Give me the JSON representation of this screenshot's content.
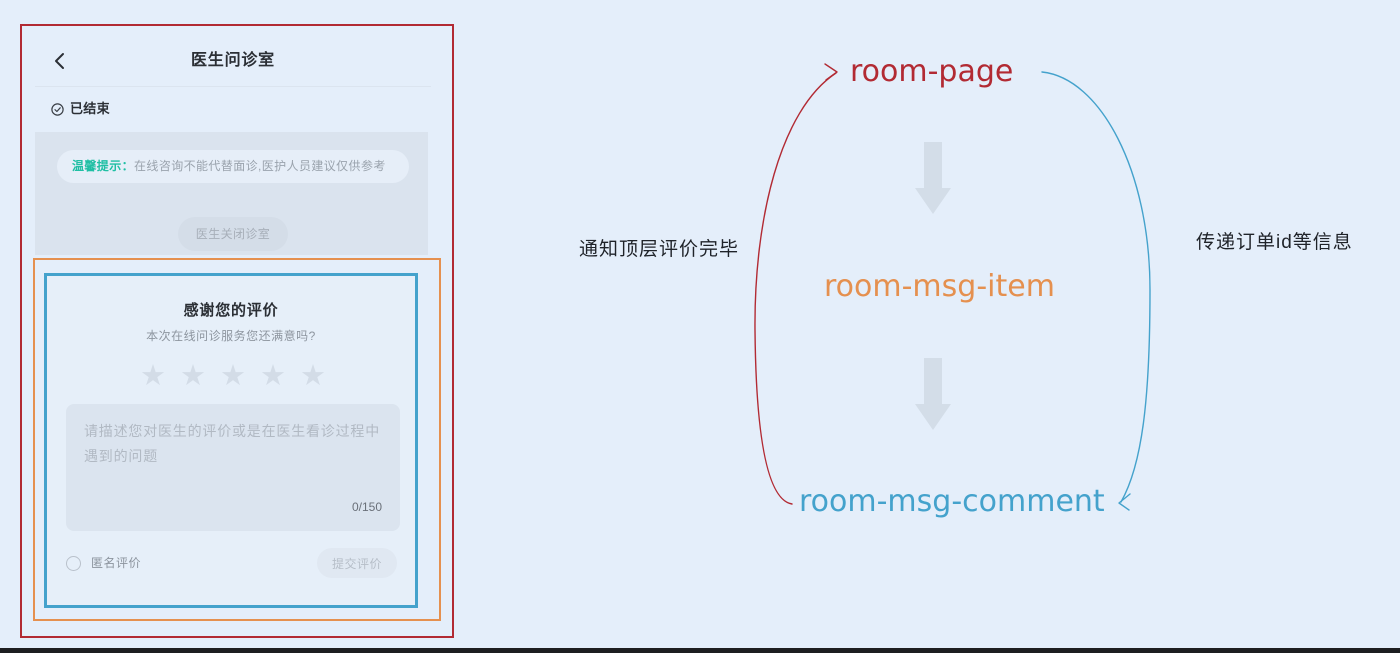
{
  "app": {
    "header": {
      "back_icon": "chevron-left-icon",
      "title": "医生问诊室"
    },
    "status": {
      "icon": "check-circle-icon",
      "label": "已结束"
    },
    "notice": {
      "prefix": "温馨提示：",
      "text": "在线咨询不能代替面诊,医护人员建议仅供参考"
    },
    "room_closed": {
      "label": "医生关闭诊室"
    },
    "comment": {
      "title": "感谢您的评价",
      "subtitle": "本次在线问诊服务您还满意吗?",
      "rating": {
        "max": 5,
        "value": 0,
        "icon": "star-icon"
      },
      "placeholder": "请描述您对医生的评价或是在医生看诊过程中遇到的问题",
      "counter": "0/150",
      "anonymous_label": "匿名评价",
      "anonymous_checked": false,
      "submit_label": "提交评价"
    }
  },
  "diagram": {
    "parent": "room-page",
    "child": "room-msg-item",
    "grandchild": "room-msg-comment",
    "up_label": "通知顶层评价完毕",
    "down_label": "传递订单id等信息"
  },
  "colors": {
    "background": "#e4eefa",
    "page_box": "#b22a33",
    "item_box": "#e5904f",
    "comment_box": "#44a2cc",
    "accent": "#1fbfa4",
    "arrow": "#d3dde8"
  }
}
